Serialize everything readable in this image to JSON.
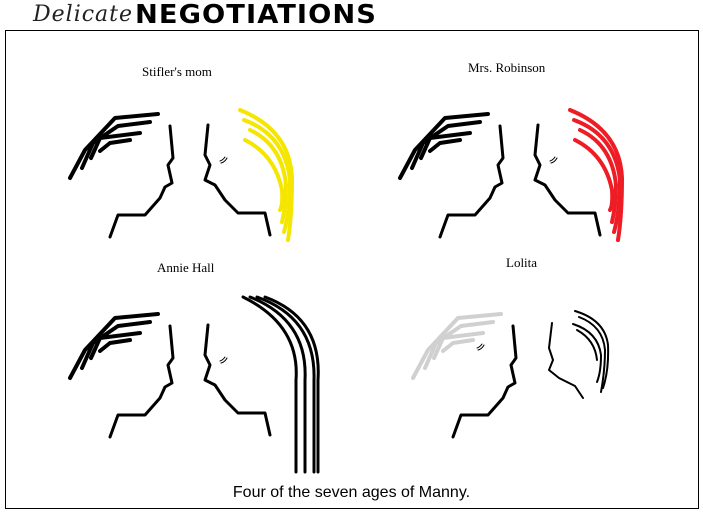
{
  "title": {
    "script": "Delicate",
    "bold": "NEGOTIATIONS"
  },
  "panels": [
    {
      "label": "Stifler's mom",
      "man_hair_color": "#000000",
      "woman_hair_color": "#f5e600",
      "woman_hair": "curved"
    },
    {
      "label": "Mrs. Robinson",
      "man_hair_color": "#000000",
      "woman_hair_color": "#ee1c24",
      "woman_hair": "curved"
    },
    {
      "label": "Annie Hall",
      "man_hair_color": "#000000",
      "woman_hair_color": "#000000",
      "woman_hair": "long"
    },
    {
      "label": "Lolita",
      "man_hair_color": "#d0d0d0",
      "woman_hair_color": "#000000",
      "woman_hair": "small"
    }
  ],
  "caption": "Four of the seven ages of Manny."
}
